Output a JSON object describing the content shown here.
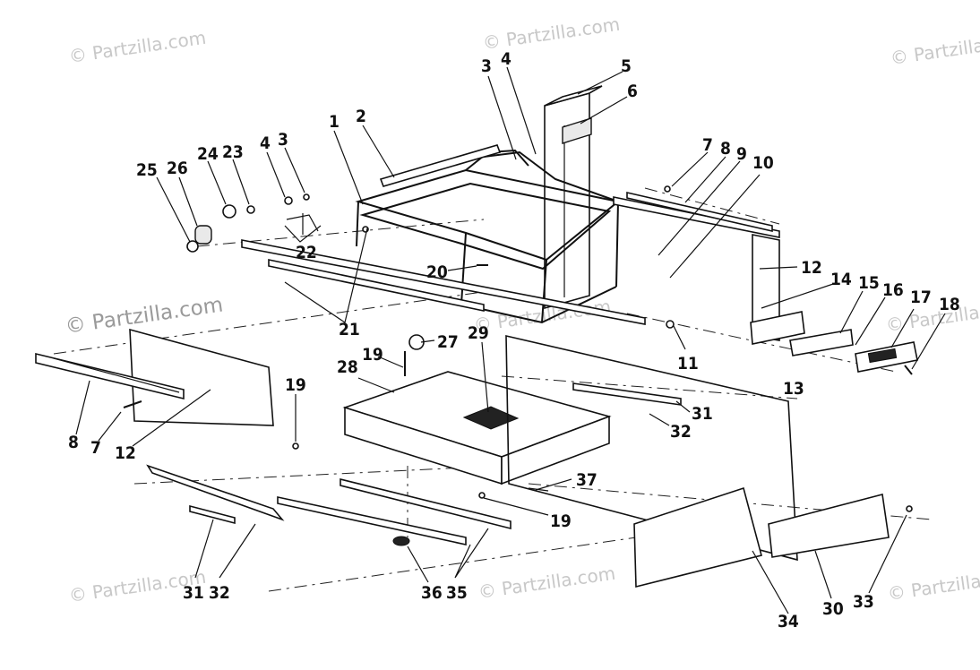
{
  "watermarks": [
    {
      "text": "© Partzilla.com",
      "style": "wm"
    },
    {
      "text": "© Partzilla.com",
      "style": "wm"
    },
    {
      "text": "© Partzilla.com",
      "style": "wm"
    },
    {
      "text": "© Partzilla.com",
      "style": "wm-big"
    },
    {
      "text": "© Partzilla.com",
      "style": "wm"
    },
    {
      "text": "© Partzilla.com",
      "style": "wm"
    },
    {
      "text": "© Partzilla.com",
      "style": "wm"
    },
    {
      "text": "© Partzilla.com",
      "style": "wm"
    },
    {
      "text": "© Partzilla.com",
      "style": "wm"
    }
  ],
  "callouts": [
    "1",
    "2",
    "3",
    "4",
    "3",
    "4",
    "5",
    "6",
    "7",
    "8",
    "9",
    "10",
    "12",
    "14",
    "15",
    "16",
    "17",
    "18",
    "25",
    "26",
    "24",
    "23",
    "22",
    "20",
    "21",
    "11",
    "13",
    "19",
    "27",
    "29",
    "28",
    "19",
    "31",
    "32",
    "8",
    "7",
    "12",
    "37",
    "19",
    "31",
    "32",
    "36",
    "35",
    "34",
    "30",
    "33"
  ],
  "colors": {
    "ink": "#111111",
    "paper": "#ffffff",
    "watermark": "#c8c8c8"
  }
}
